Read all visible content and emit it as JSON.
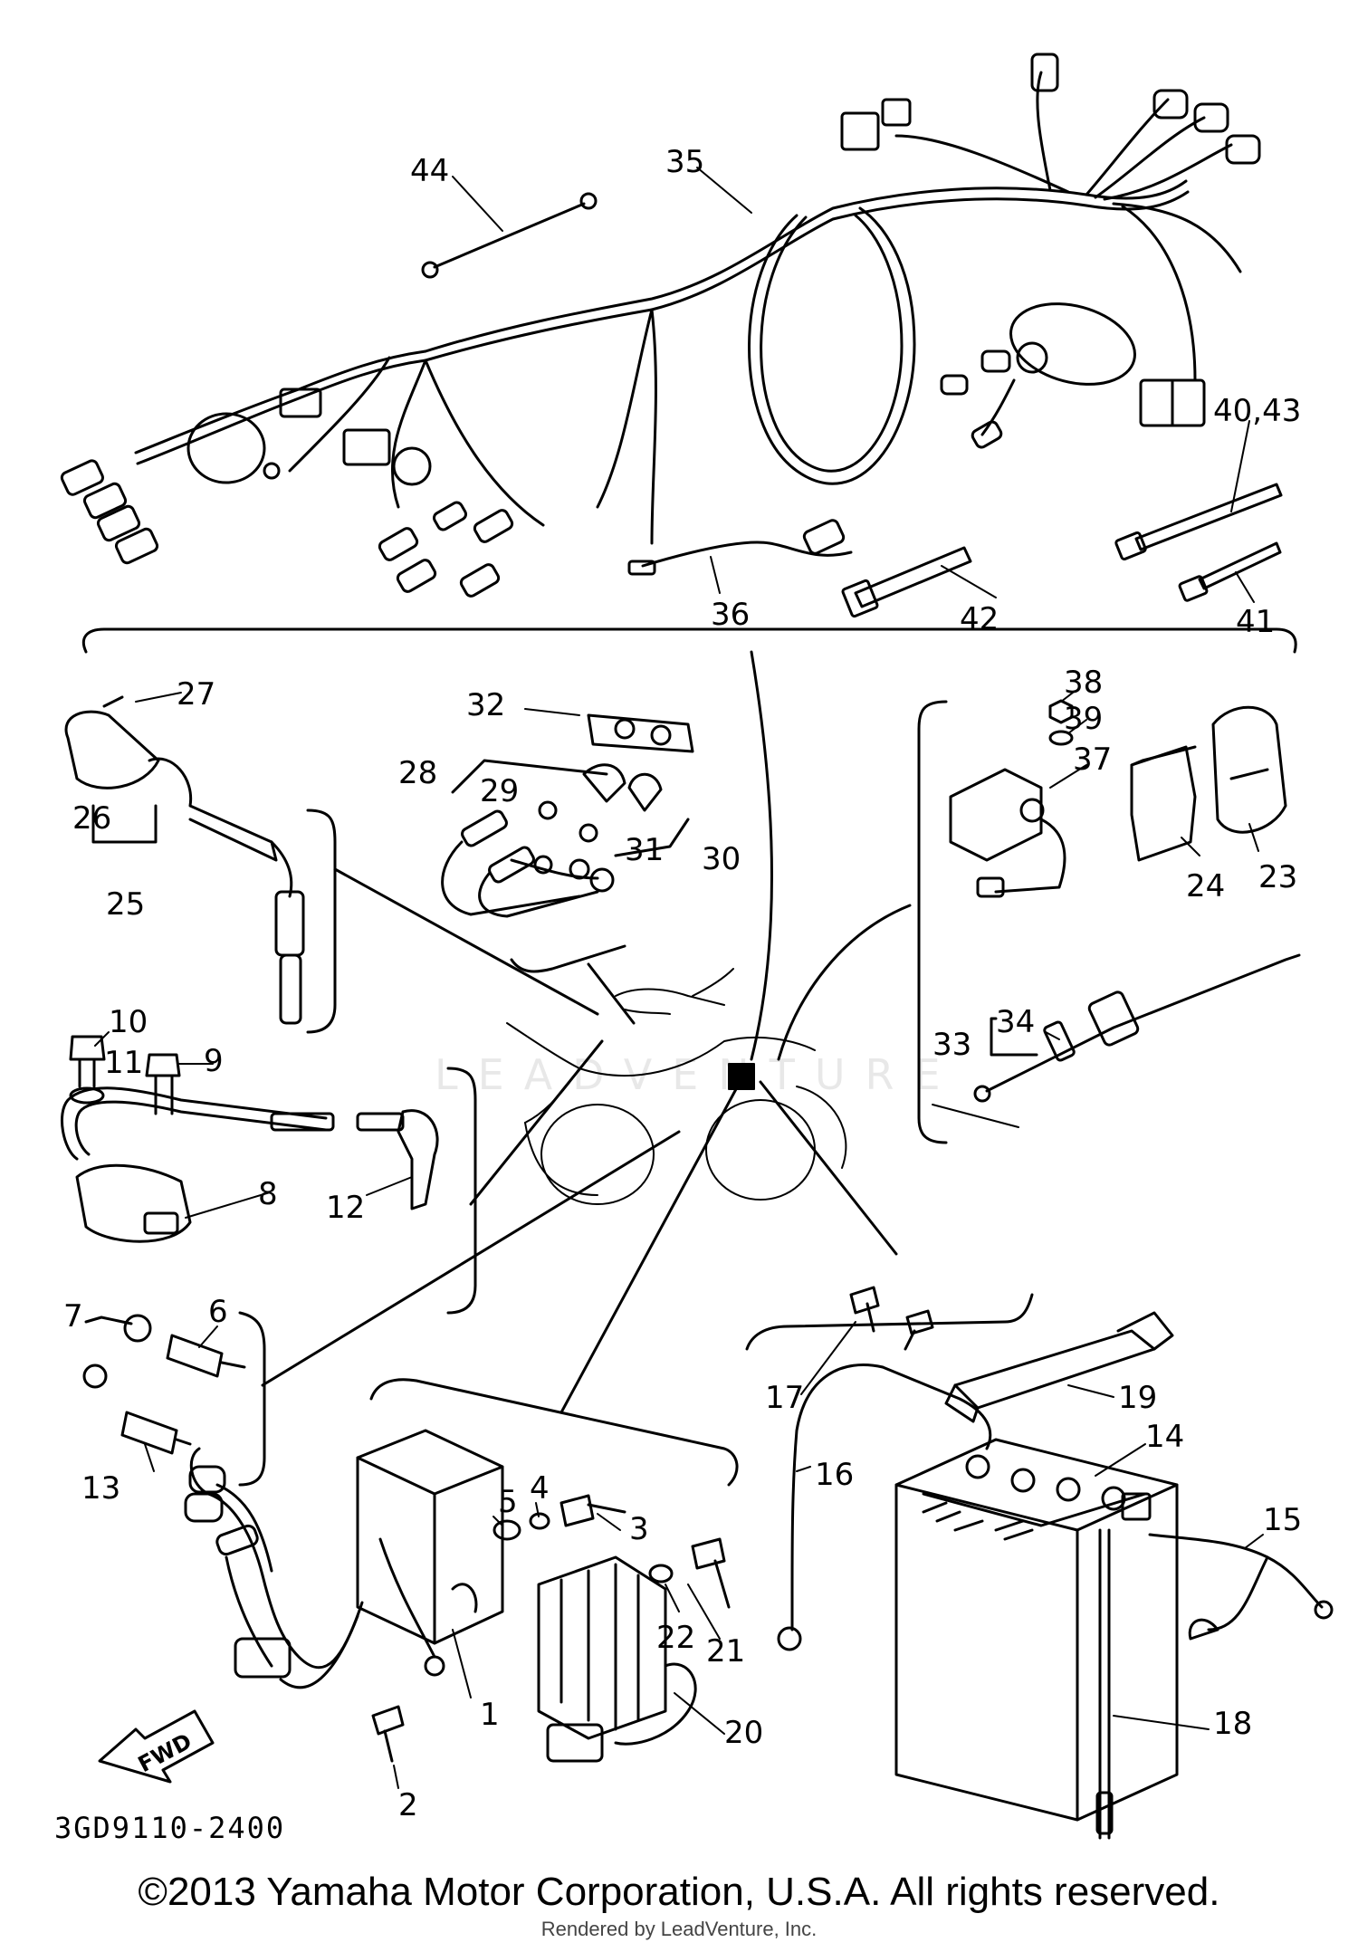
{
  "diagram": {
    "code": "3GD9110-2400",
    "fwd_label": "FWD",
    "watermark": "LEADVENTURE",
    "labels": {
      "p1": "1",
      "p2": "2",
      "p3": "3",
      "p4": "4",
      "p5": "5",
      "p6": "6",
      "p7": "7",
      "p8": "8",
      "p9": "9",
      "p10": "10",
      "p11": "11",
      "p12": "12",
      "p13": "13",
      "p14": "14",
      "p15": "15",
      "p16": "16",
      "p17": "17",
      "p18": "18",
      "p19": "19",
      "p20": "20",
      "p21": "21",
      "p22": "22",
      "p23": "23",
      "p24": "24",
      "p25": "25",
      "p26": "26",
      "p27": "27",
      "p28": "28",
      "p29": "29",
      "p30": "30",
      "p31": "31",
      "p32": "32",
      "p33": "33",
      "p34": "34",
      "p35": "35",
      "p36": "36",
      "p37": "37",
      "p38": "38",
      "p39": "39",
      "p40_43": "40,43",
      "p41": "41",
      "p42": "42",
      "p44": "44"
    }
  },
  "footer": {
    "copyright": "©2013 Yamaha Motor Corporation, U.S.A. All rights reserved.",
    "rendered_by": "Rendered by LeadVenture, Inc."
  }
}
